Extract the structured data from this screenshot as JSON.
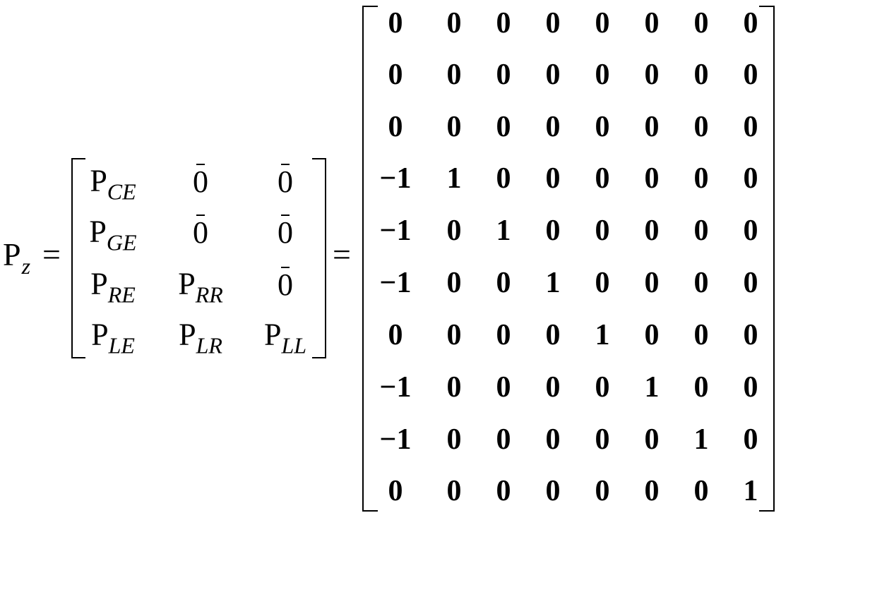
{
  "lhs": {
    "symbol": "P",
    "subscript": "z"
  },
  "equals": "=",
  "block_matrix": [
    [
      {
        "base": "P",
        "sub": "CE"
      },
      {
        "bar_zero": "0"
      },
      {
        "bar_zero": "0"
      }
    ],
    [
      {
        "base": "P",
        "sub": "GE"
      },
      {
        "bar_zero": "0"
      },
      {
        "bar_zero": "0"
      }
    ],
    [
      {
        "base": "P",
        "sub": "RE"
      },
      {
        "base": "P",
        "sub": "RR"
      },
      {
        "bar_zero": "0"
      }
    ],
    [
      {
        "base": "P",
        "sub": "LE"
      },
      {
        "base": "P",
        "sub": "LR"
      },
      {
        "base": "P",
        "sub": "LL"
      }
    ]
  ],
  "numeric_matrix": [
    [
      "0",
      "0",
      "0",
      "0",
      "0",
      "0",
      "0",
      "0"
    ],
    [
      "0",
      "0",
      "0",
      "0",
      "0",
      "0",
      "0",
      "0"
    ],
    [
      "0",
      "0",
      "0",
      "0",
      "0",
      "0",
      "0",
      "0"
    ],
    [
      "−1",
      "1",
      "0",
      "0",
      "0",
      "0",
      "0",
      "0"
    ],
    [
      "−1",
      "0",
      "1",
      "0",
      "0",
      "0",
      "0",
      "0"
    ],
    [
      "−1",
      "0",
      "0",
      "1",
      "0",
      "0",
      "0",
      "0"
    ],
    [
      "0",
      "0",
      "0",
      "0",
      "1",
      "0",
      "0",
      "0"
    ],
    [
      "−1",
      "0",
      "0",
      "0",
      "0",
      "1",
      "0",
      "0"
    ],
    [
      "−1",
      "0",
      "0",
      "0",
      "0",
      "0",
      "1",
      "0"
    ],
    [
      "0",
      "0",
      "0",
      "0",
      "0",
      "0",
      "0",
      "1"
    ]
  ]
}
